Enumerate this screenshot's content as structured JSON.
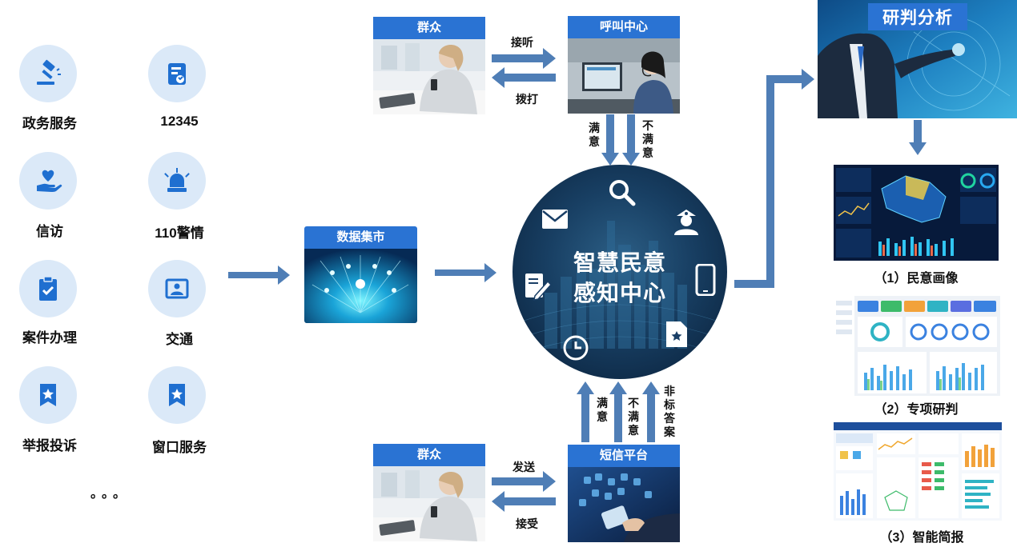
{
  "sources": [
    {
      "label": "政务服务",
      "icon": "gavel-icon"
    },
    {
      "label": "12345",
      "icon": "hotline-icon"
    },
    {
      "label": "信访",
      "icon": "heart-hand-icon"
    },
    {
      "label": "110警情",
      "icon": "siren-icon"
    },
    {
      "label": "案件办理",
      "icon": "clipboard-check-icon"
    },
    {
      "label": "交通",
      "icon": "traffic-camera-icon"
    },
    {
      "label": "举报投诉",
      "icon": "bookmark-star-icon"
    },
    {
      "label": "窗口服务",
      "icon": "bookmark-star-icon"
    }
  ],
  "more": "。。。",
  "data_mart": {
    "title": "数据集市"
  },
  "top": {
    "public": "群众",
    "call_center": "呼叫中心",
    "answer": "接听",
    "dial": "拨打",
    "satisfied": "满意",
    "unsatisfied": "不满意"
  },
  "center": {
    "line1": "智慧民意",
    "line2": "感知中心"
  },
  "bottom": {
    "public": "群众",
    "sms": "短信平台",
    "send": "发送",
    "receive": "接受",
    "satisfied": "满意",
    "unsatisfied": "不满意",
    "nonstandard": "非标答案"
  },
  "analysis": {
    "title": "研判分析",
    "outputs": [
      "（1）民意画像",
      "（2）专项研判",
      "（3）智能简报"
    ]
  },
  "colors": {
    "arrow": "#4f7eb6",
    "title_bar": "#2a73d3",
    "icon_bg": "#dbe9f8",
    "icon_fg": "#1f6fd0"
  }
}
